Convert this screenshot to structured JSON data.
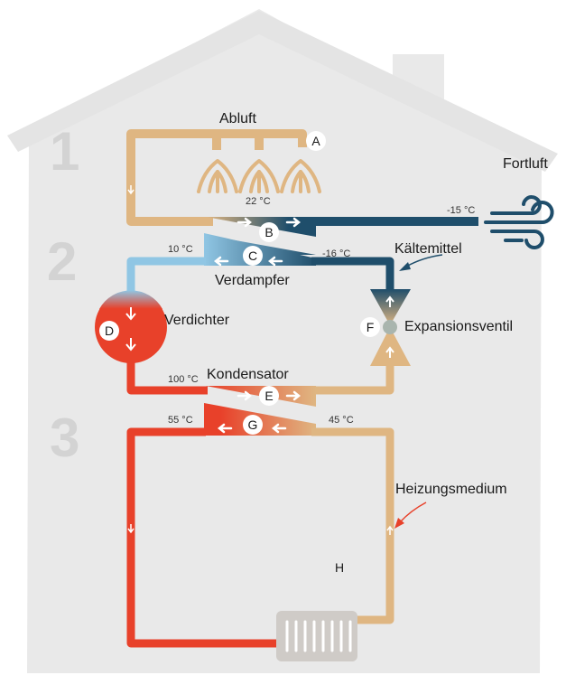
{
  "sections": [
    "1",
    "2",
    "3"
  ],
  "labels": {
    "abluft": "Abluft",
    "fortluft": "Fortluft",
    "kaeltemittel": "Kältemittel",
    "verdampfer": "Verdampfer",
    "verdichter": "Verdichter",
    "expansionsventil": "Expansionsventil",
    "kondensator": "Kondensator",
    "heizungsmedium": "Heizungsmedium"
  },
  "points": [
    "A",
    "B",
    "C",
    "D",
    "E",
    "F",
    "G",
    "H"
  ],
  "temperatures": {
    "abluft": "22 °C",
    "fortluft": "-15 °C",
    "evap_in": "10 °C",
    "evap_out": "-16 °C",
    "cond_in": "100 °C",
    "heat_out": "55 °C",
    "heat_in": "45 °C"
  },
  "colors": {
    "house": "#e8e8e8",
    "warm_air": "#dfb682",
    "cold": "#1f4e6b",
    "cool_light": "#90c6e4",
    "hot": "#e8412a",
    "radiator": "#cfcbc7"
  }
}
